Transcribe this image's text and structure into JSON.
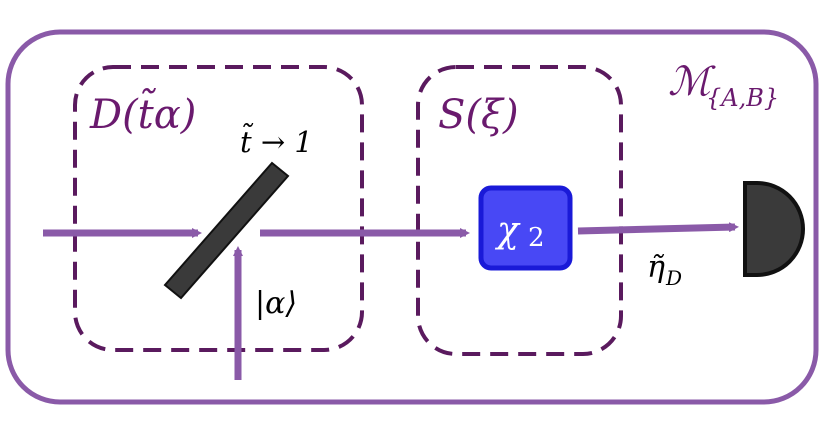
{
  "labels": {
    "outer_box": "ℳ",
    "outer_box_sub": "{A,B}",
    "displacement": "D(t̃α)",
    "squeezing": "S(ξ)",
    "transmissivity": "t̃ → 1",
    "coherent_state": "|α⟩",
    "crystal": "χ",
    "crystal_sub": "2",
    "efficiency": "η̃",
    "efficiency_sub": "D"
  },
  "colors": {
    "outer_border": "#8a5aa8",
    "dashed_box": "#5a1a5e",
    "beam": "#8a5aa8",
    "label_purple": "#6a1a6e",
    "crystal_fill": "#4848f5",
    "crystal_border": "#1a1ad8",
    "component_dark": "#3a3a3a"
  }
}
